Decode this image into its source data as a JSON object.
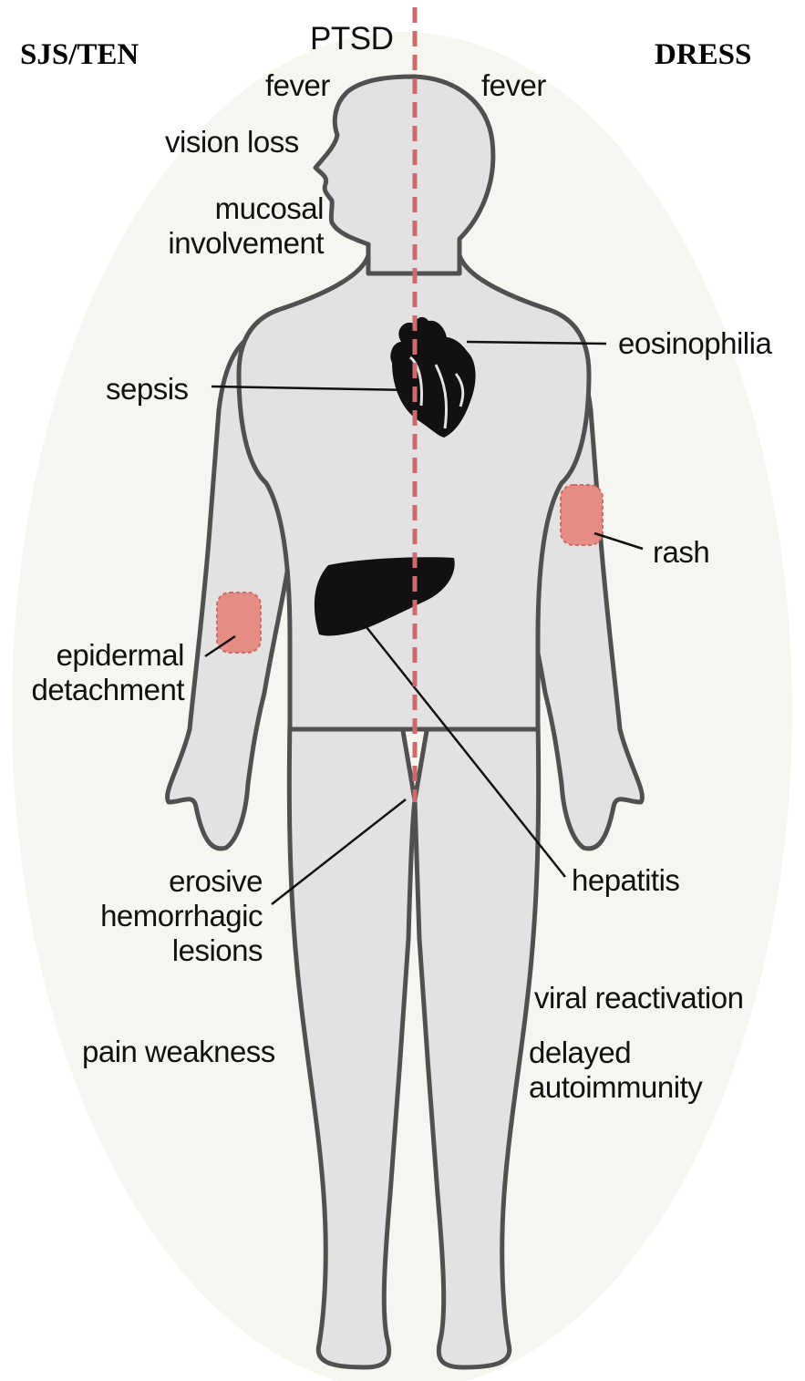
{
  "headers": {
    "left": "SJS/TEN",
    "center": "PTSD",
    "right": "DRESS"
  },
  "labels": {
    "fever_left": "fever",
    "fever_right": "fever",
    "vision_loss": "vision loss",
    "mucosal_involvement": "mucosal\ninvolvement",
    "eosinophilia": "eosinophilia",
    "sepsis": "sepsis",
    "rash": "rash",
    "epidermal_detachment": "epidermal\ndetachment",
    "erosive_hemorrhagic_lesions": "erosive\nhemorrhagic\nlesions",
    "hepatitis": "hepatitis",
    "viral_reactivation": "viral reactivation",
    "pain_weakness": "pain weakness",
    "delayed_autoimmunity": "delayed\nautoimmunity"
  },
  "colors": {
    "background_oval": "#f6f6f0",
    "body_fill": "#e2e2e2",
    "body_outline": "#505050",
    "divider": "#cd6b6b",
    "rash_patch": "#e58d82",
    "organ": "#111111"
  }
}
